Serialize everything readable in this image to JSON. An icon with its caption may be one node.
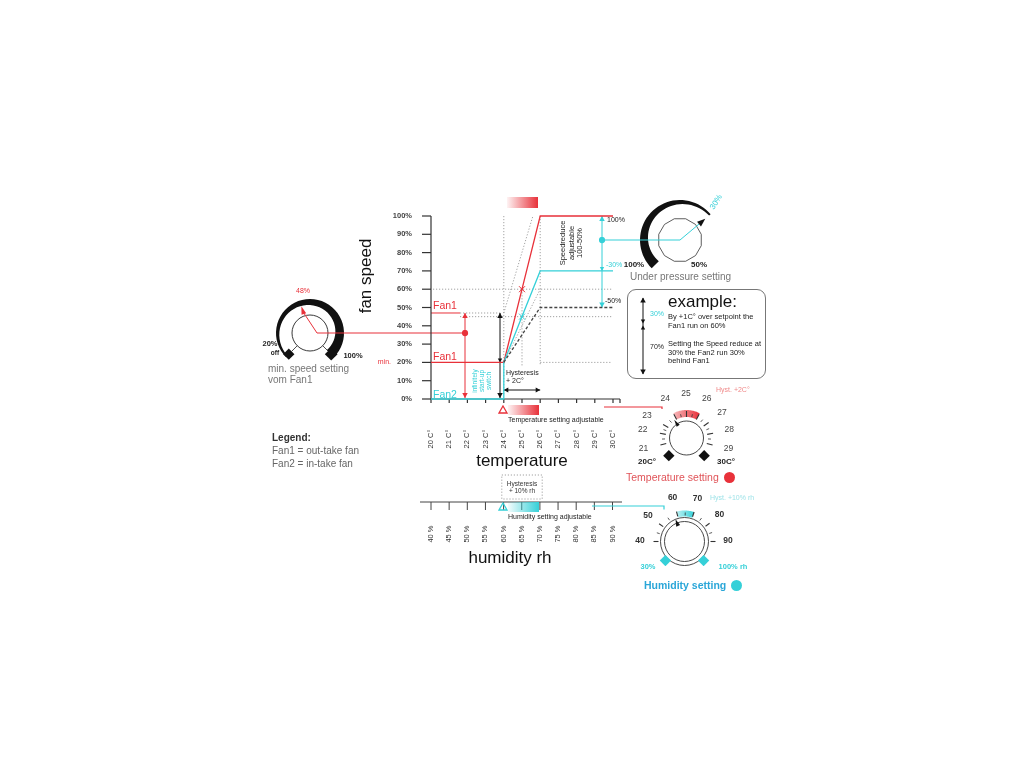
{
  "diagram": {
    "nodes": [
      {
        "text": [],
        "shape": "bar"
      },
      {
        "text": [],
        "shape": "picture",
        "beside": [
          "48%",
          "20%",
          "off",
          "100%",
          "min. speed setting vom Fan1"
        ]
      },
      {
        "text": [],
        "shape": "picture",
        "beside": [
          "30%",
          "100%",
          "50%",
          "Under pressure setting"
        ]
      },
      {
        "text": [
          "example:",
          "30%",
          "By +1C° over setpoint the Fan1 run on 60%",
          "70%",
          "Setting the Speed reduce at 30% the Fan2 run 30% behind Fan1"
        ]
      },
      {
        "text": [
          "Temperature setting adjustable"
        ]
      },
      {
        "text": [],
        "shape": "picture",
        "beside": [
          "Hyst. +2C°",
          "24",
          "25",
          "26",
          "23",
          "27",
          "22",
          "28",
          "21",
          "29",
          "20C°",
          "30C°",
          "Temperature setting"
        ]
      },
      {
        "text": [
          "Humidity setting adjustable"
        ]
      },
      {
        "text": [],
        "shape": "picture",
        "beside": [
          "Hyst. +10% rh",
          "60",
          "70",
          "50",
          "80",
          "40",
          "90",
          "30%",
          "100% rh",
          "Humidity setting"
        ]
      }
    ],
    "edges": [
      {
        "from": 1,
        "to": null,
        "arrow": "other",
        "color": "#e8313a"
      },
      {
        "from": 2,
        "to": null,
        "arrow": "other",
        "color": "#35d0d8"
      },
      {
        "from": 5,
        "to": 4,
        "arrow": "none",
        "color": "#e8313a"
      },
      {
        "from": 7,
        "to": 6,
        "arrow": "none",
        "color": "#35d0d8"
      }
    ],
    "labels": [
      "Speedreduce adjustable 100-50%",
      "100%",
      "-30%",
      "-50%",
      "Fan1",
      "min.",
      "Fan1",
      "infinitely start-up switch",
      "Fan2",
      "Hysteresis + 2C°",
      "Legend:",
      "Fan1 = out-take fan",
      "Fan2 = in-take fan",
      "Hysteresis + 10% rh",
      "40 %",
      "45 %",
      "50 %",
      "55 %",
      "60 %",
      "65 %",
      "70 %",
      "75 %",
      "80 %",
      "85 %",
      "90 %",
      "humidity rh"
    ],
    "chart_data": {
      "type": "line",
      "xlabel": "temperature",
      "ylabel": "fan speed",
      "x": [
        20,
        24,
        24,
        25,
        26,
        30
      ],
      "series": [
        {
          "color": "#e8313a",
          "values": [
            20,
            20,
            20,
            60,
            100,
            100
          ]
        },
        {
          "color": "#35d0d8",
          "values": [
            0,
            0,
            20,
            45,
            70,
            70
          ]
        },
        {
          "color": "#444444",
          "values": [
            null,
            null,
            20,
            35,
            50,
            50
          ],
          "line_style": "dashed"
        }
      ],
      "xlim": [
        20,
        30
      ],
      "ylim": [
        0,
        100
      ],
      "xticks": [
        {
          "value": 20,
          "label": "20 C°"
        },
        {
          "value": 21,
          "label": "21 C°"
        },
        {
          "value": 22,
          "label": "22 C°"
        },
        {
          "value": 23,
          "label": "23 C°"
        },
        {
          "value": 24,
          "label": "24 C°"
        },
        {
          "value": 25,
          "label": "25 C°"
        },
        {
          "value": 26,
          "label": "26 C°"
        },
        {
          "value": 27,
          "label": "27 C°"
        },
        {
          "value": 28,
          "label": "28 C°"
        },
        {
          "value": 29,
          "label": "29 C°"
        },
        {
          "value": 30,
          "label": "30 C°"
        }
      ],
      "yticks": [
        {
          "value": 0,
          "label": "0%"
        },
        {
          "value": 10,
          "label": "10%"
        },
        {
          "value": 20,
          "label": "20%"
        },
        {
          "value": 30,
          "label": "30%"
        },
        {
          "value": 40,
          "label": "40%"
        },
        {
          "value": 50,
          "label": "50%"
        },
        {
          "value": 60,
          "label": "60%"
        },
        {
          "value": 70,
          "label": "70%"
        },
        {
          "value": 80,
          "label": "80%"
        },
        {
          "value": 90,
          "label": "90%"
        },
        {
          "value": 100,
          "label": "100%"
        }
      ]
    }
  }
}
